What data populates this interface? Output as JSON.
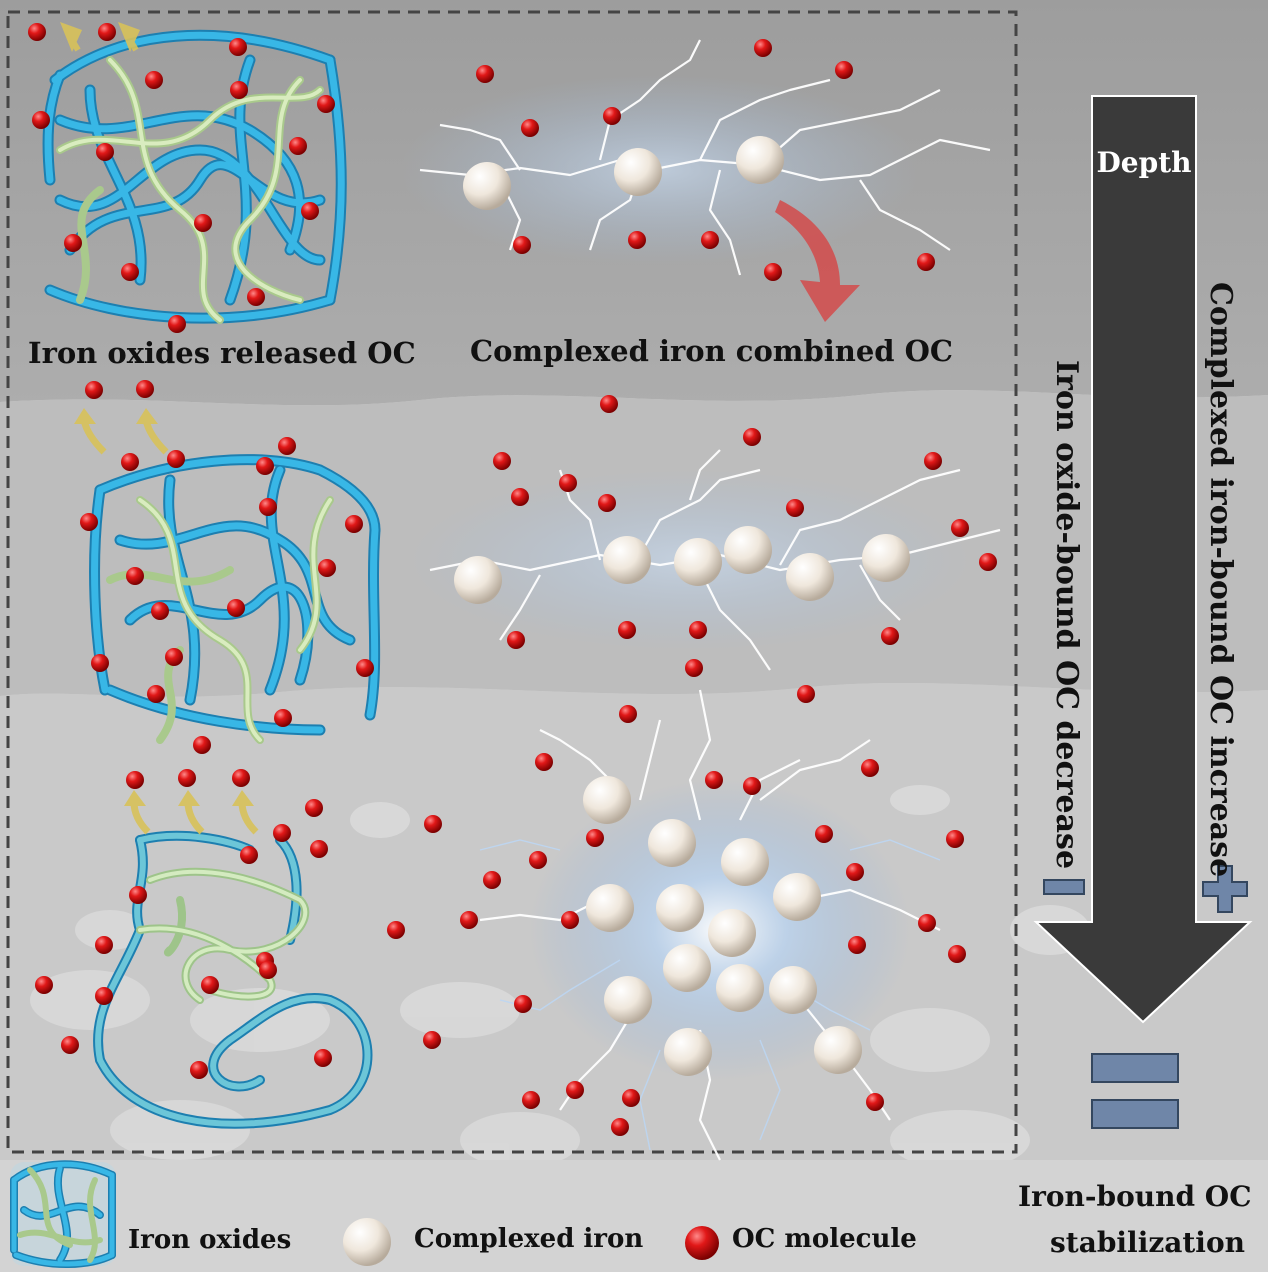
{
  "diagram": {
    "top_left_label": "Iron oxides released OC",
    "top_right_label": "Complexed iron combined OC",
    "arrow_label": "Depth",
    "left_vertical_text": "Iron oxide-bound OC decrease",
    "right_vertical_text": "Complexed iron-bound OC increase",
    "minus_symbol": "−",
    "plus_symbol": "+",
    "equals_symbol": "=",
    "stabilization_label_line1": "Iron-bound OC",
    "stabilization_label_line2": "stabilization"
  },
  "legend": {
    "items": [
      {
        "label": "Iron oxides",
        "icon": "iron-oxide-cube-icon"
      },
      {
        "label": "Complexed iron",
        "icon": "white-sphere-icon"
      },
      {
        "label": "OC molecule",
        "icon": "red-sphere-icon"
      }
    ]
  },
  "colors": {
    "oc_red": "#d81414",
    "iron_white": "#f2ece4",
    "tube_blue": "#2aa7d6",
    "tube_green": "#b9d69a",
    "arrow_dark": "#3c3c3c",
    "glow_blue": "#9fc3ea",
    "release_arrow": "#d8c25a",
    "curved_arrow": "#d05050",
    "symbol_fill": "#6f86a8"
  }
}
